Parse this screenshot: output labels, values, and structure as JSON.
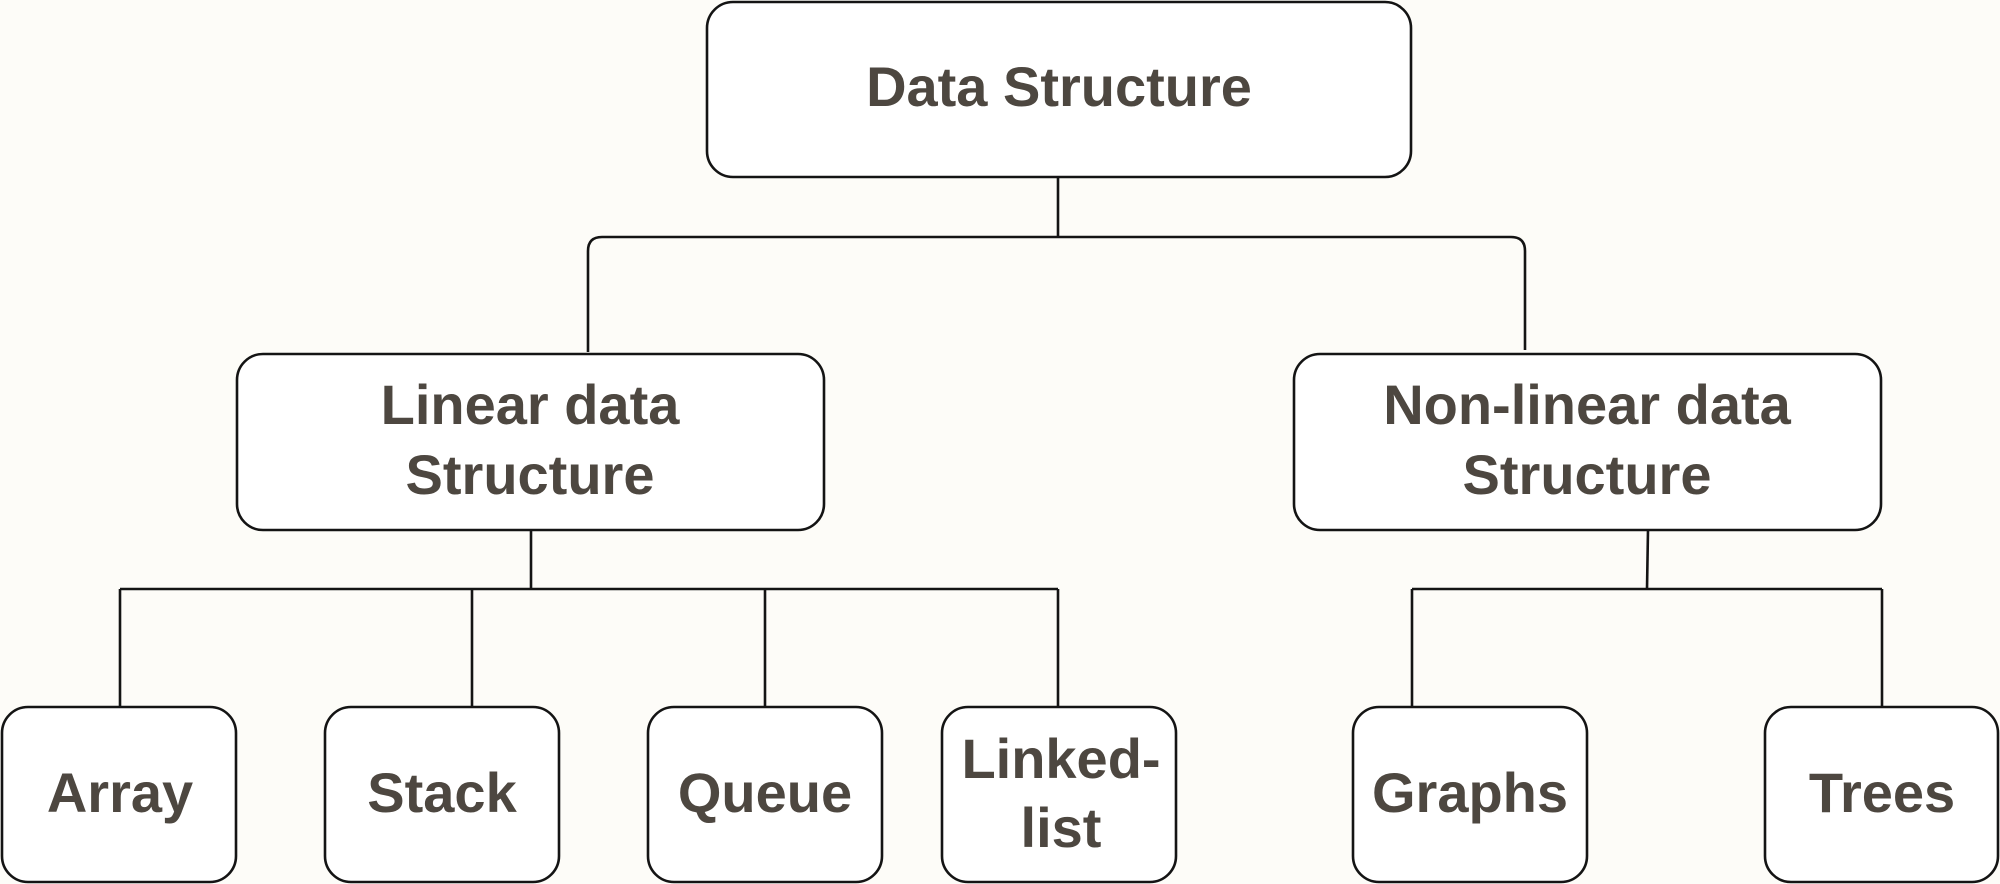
{
  "diagram": {
    "root": {
      "label": "Data Structure"
    },
    "linear": {
      "line1": "Linear data",
      "line2": "Structure"
    },
    "nonlinear": {
      "line1": "Non-linear data",
      "line2": "Structure"
    },
    "array": {
      "label": "Array"
    },
    "stack": {
      "label": "Stack"
    },
    "queue": {
      "label": "Queue"
    },
    "linkedlist": {
      "line1": "Linked-",
      "line2": "list"
    },
    "graphs": {
      "label": "Graphs"
    },
    "trees": {
      "label": "Trees"
    }
  },
  "colors": {
    "background": "#fdfcf8",
    "box_fill": "#ffffff",
    "stroke": "#141414",
    "text": "#4d4740"
  }
}
